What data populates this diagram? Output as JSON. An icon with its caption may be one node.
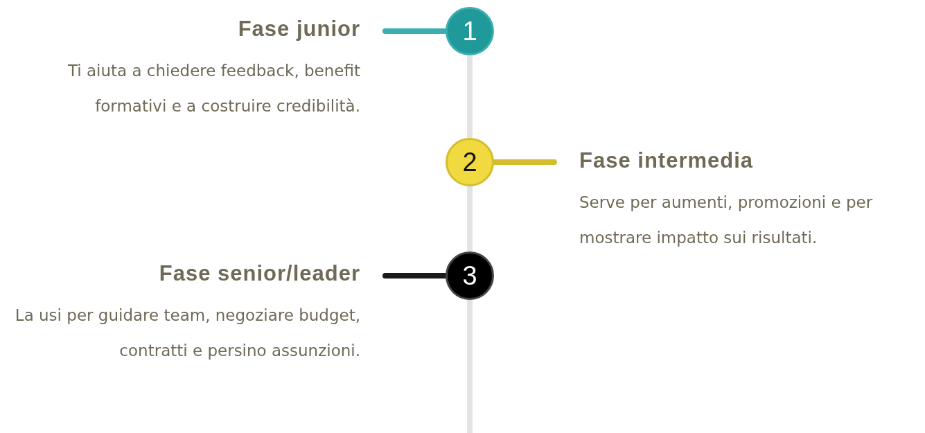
{
  "diagram": {
    "nodes": [
      {
        "text": [
          "Fase junior",
          "Ti aiuta a chiedere feedback, benefit formativi e a costruire credibilità."
        ]
      },
      {
        "text": [
          "1"
        ]
      },
      {
        "text": [
          "2"
        ]
      },
      {
        "text": [
          "Fase intermedia",
          "Serve per aumenti, promozioni e per mostrare impatto sui risultati."
        ]
      },
      {
        "text": [
          "Fase senior/leader",
          "La usi per guidare team, negoziare budget, contratti e persino assunzioni."
        ]
      },
      {
        "text": [
          "3"
        ]
      }
    ],
    "edges": [
      {
        "from": 1,
        "to": 0,
        "arrow": "none",
        "color": "#3aafb0"
      },
      {
        "from": 1,
        "to": 2,
        "arrow": "none",
        "color": "#e3e3e3"
      },
      {
        "from": 2,
        "to": 3,
        "arrow": "none",
        "color": "#d4bd2c"
      },
      {
        "from": 2,
        "to": 5,
        "arrow": "none",
        "color": "#e3e3e3"
      },
      {
        "from": 5,
        "to": 4,
        "arrow": "none",
        "color": "#1a1a1a"
      },
      {
        "from": 5,
        "to": null,
        "arrow": "none",
        "color": "#e3e3e3"
      }
    ]
  }
}
